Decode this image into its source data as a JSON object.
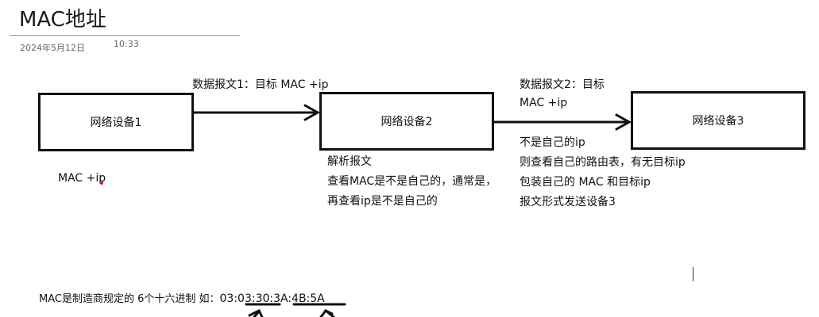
{
  "page": {
    "title": "MAC地址",
    "date": "2024年5月12日",
    "time": "10:33"
  },
  "devices": [
    {
      "label": "网络设备1",
      "note": "MAC +ip"
    },
    {
      "label": "网络设备2"
    },
    {
      "label": "网络设备3"
    }
  ],
  "packet1": {
    "text": "数据报文1：目标 MAC +ip"
  },
  "packet2": {
    "line1": "数据报文2：目标",
    "line2": "MAC +ip"
  },
  "device2_notes": [
    "解析报文",
    "查看MAC是不是自己的，通常是，",
    "再查看ip是不是自己的"
  ],
  "device3_notes": [
    "不是自己的ip",
    "则查看自己的路由表，有无目标ip",
    "包装自己的 MAC 和目标ip",
    "报文形式发送设备3"
  ],
  "footer": {
    "prefix": "MAC是制造商规定的 6个十六进制  如：",
    "example": "03:03:30:3A:4B:5A"
  },
  "colors": {
    "ink": "#111111",
    "rule": "#9a9a9a",
    "meta": "#666666",
    "accent_dot": "#d02020"
  }
}
